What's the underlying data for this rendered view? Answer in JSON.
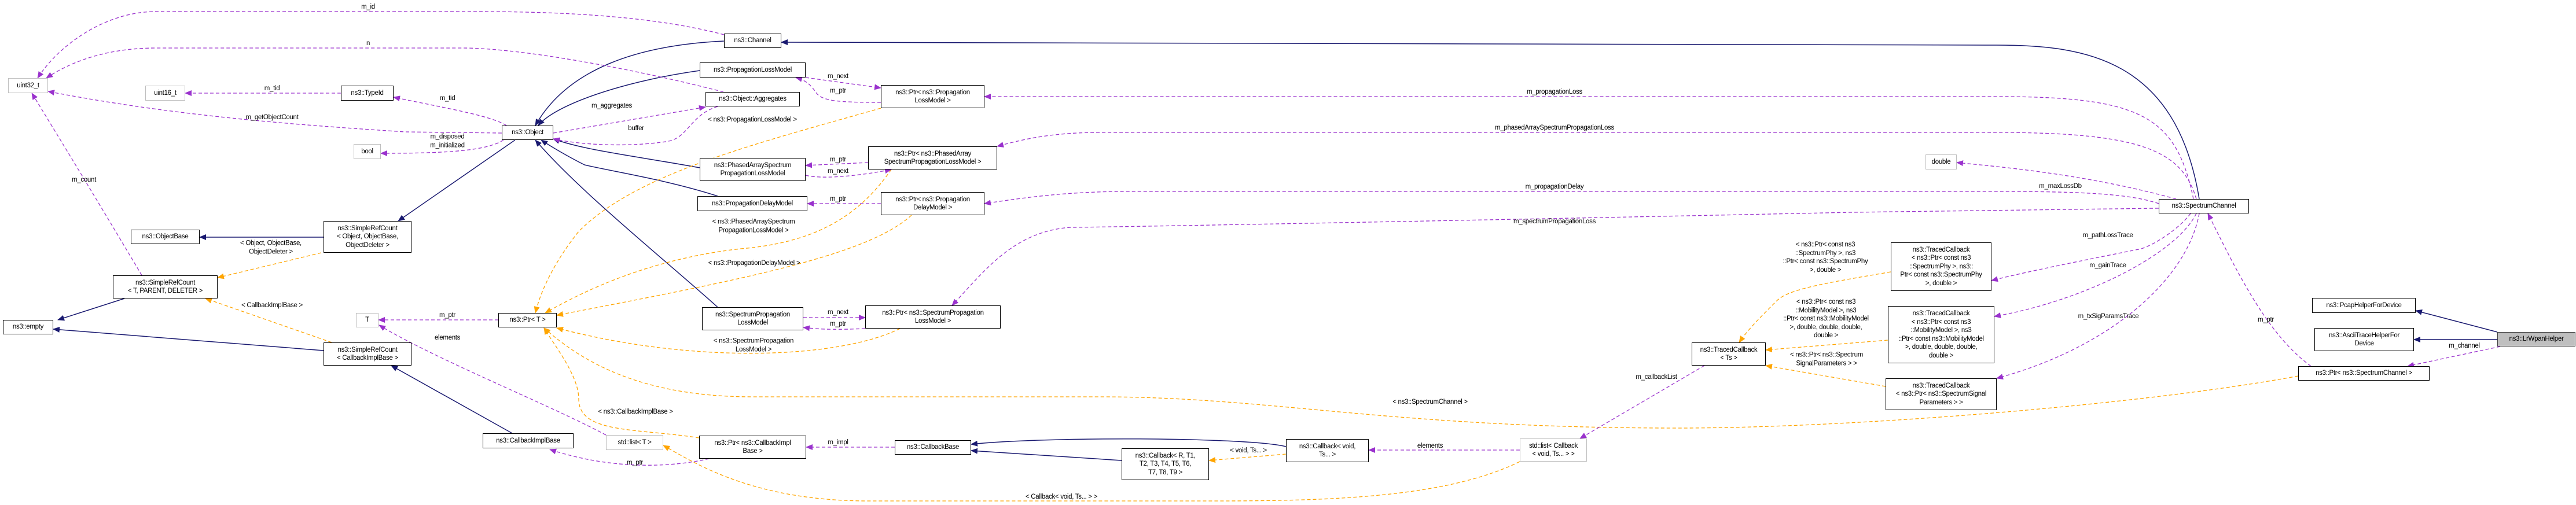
{
  "colors": {
    "inheritance": "#191970",
    "template": "#ffa500",
    "usage": "#9a32cd",
    "focus_node_fill": "#bfbfbf"
  },
  "diagram": {
    "nodes": [
      {
        "label": "uint32_t"
      },
      {
        "label": "uint16_t"
      },
      {
        "label": "ns3::TypeId"
      },
      {
        "label": "bool"
      },
      {
        "label": "ns3::ObjectBase"
      },
      {
        "label": "ns3::SimpleRefCount\n< Object, ObjectBase,\nObjectDeleter >"
      },
      {
        "label": "ns3::Object"
      },
      {
        "label": "ns3::SimpleRefCount\n< T, PARENT, DELETER >"
      },
      {
        "label": "ns3::empty"
      },
      {
        "label": "ns3::SimpleRefCount\n< CallbackImplBase >"
      },
      {
        "label": "T"
      },
      {
        "label": "ns3::CallbackImplBase"
      },
      {
        "label": "ns3::Channel"
      },
      {
        "label": "ns3::PropagationLossModel"
      },
      {
        "label": "ns3::Object::Aggregates"
      },
      {
        "label": "ns3::Ptr< ns3::Propagation\nLossModel >"
      },
      {
        "label": "ns3::PhasedArraySpectrum\nPropagationLossModel"
      },
      {
        "label": "ns3::Ptr< ns3::PhasedArray\nSpectrumPropagationLossModel >"
      },
      {
        "label": "ns3::PropagationDelayModel"
      },
      {
        "label": "ns3::Ptr< ns3::Propagation\nDelayModel >"
      },
      {
        "label": "ns3::Ptr< T >"
      },
      {
        "label": "ns3::SpectrumPropagation\nLossModel"
      },
      {
        "label": "ns3::Ptr< ns3::SpectrumPropagation\nLossModel >"
      },
      {
        "label": "std::list< T >"
      },
      {
        "label": "ns3::Ptr< ns3::CallbackImpl\nBase >"
      },
      {
        "label": "ns3::CallbackBase"
      },
      {
        "label": "ns3::Callback< R, T1,\nT2, T3, T4, T5, T6,\nT7, T8, T9 >"
      },
      {
        "label": "ns3::Callback< void,\nTs... >"
      },
      {
        "label": "double"
      },
      {
        "label": "ns3::TracedCallback\n< Ts >"
      },
      {
        "label": "std::list< Callback\n< void, Ts... > >"
      },
      {
        "label": "ns3::TracedCallback\n< ns3::Ptr< const ns3\n::SpectrumPhy >, ns3::\nPtr< const ns3::SpectrumPhy\n>, double >"
      },
      {
        "label": "ns3::TracedCallback\n< ns3::Ptr< const ns3\n::MobilityModel >, ns3\n::Ptr< const ns3::MobilityModel\n>, double, double, double,\ndouble >"
      },
      {
        "label": "ns3::TracedCallback\n< ns3::Ptr< ns3::SpectrumSignal\nParameters > >"
      },
      {
        "label": "ns3::SpectrumChannel"
      },
      {
        "label": "ns3::PcapHelperForDevice"
      },
      {
        "label": "ns3::AsciiTraceHelperFor\nDevice"
      },
      {
        "label": "ns3::LrWpanHelper"
      },
      {
        "label": "ns3::Ptr< ns3::SpectrumChannel >"
      }
    ],
    "edge_labels": [
      "m_id",
      "n",
      "m_tid",
      "m_tid",
      "m_getObjectCount",
      "m_disposed\nm_initialized",
      "m_count",
      "m_aggregates",
      "buffer",
      "m_next",
      "m_ptr",
      "m_ptr",
      "m_next",
      "m_ptr",
      "m_next",
      "m_ptr",
      "m_ptr",
      "elements",
      "m_ptr",
      "m_impl",
      "elements",
      "m_callbackList",
      "m_propagationLoss",
      "m_phasedArraySpectrumPropagationLoss",
      "m_maxLossDb",
      "m_propagationDelay",
      "m_spectrumPropagationLoss",
      "m_pathLossTrace",
      "m_gainTrace",
      "m_txSigParamsTrace",
      "m_ptr",
      "m_channel",
      "< Object, ObjectBase,\nObjectDeleter >",
      "< CallbackImplBase >",
      "< ns3::PropagationLossModel >",
      "< ns3::PhasedArraySpectrum\nPropagationLossModel >",
      "< ns3::PropagationDelayModel >",
      "< ns3::SpectrumPropagation\nLossModel >",
      "< ns3::SpectrumChannel >",
      "< ns3::CallbackImplBase >",
      "< Callback< void, Ts... > >",
      "< void, Ts... >",
      "< ns3::Ptr< const ns3\n::SpectrumPhy >, ns3\n::Ptr< const ns3::SpectrumPhy\n>, double >",
      "< ns3::Ptr< const ns3\n::MobilityModel >, ns3\n::Ptr< const ns3::MobilityModel\n>, double, double, double,\ndouble >",
      "< ns3::Ptr< ns3::Spectrum\nSignalParameters > >"
    ]
  }
}
